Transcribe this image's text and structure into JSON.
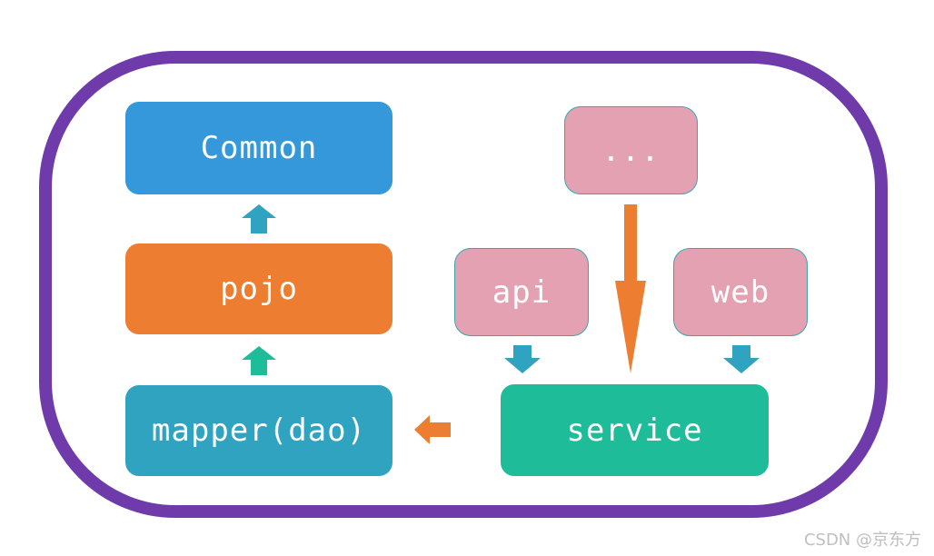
{
  "nodes": {
    "common": "Common",
    "pojo": "pojo",
    "mapper": "mapper(dao)",
    "service": "service",
    "api": "api",
    "web": "web",
    "ellipsis": "..."
  },
  "colors": {
    "frame": "#6f3bab",
    "common": "#3498db",
    "pojo": "#ed7d31",
    "mapper": "#2fa3c0",
    "service": "#1fbc99",
    "pink_nodes": "#e3a1b2",
    "arrow_teal": "#2fa3c0",
    "arrow_green": "#1fbc99",
    "arrow_orange": "#ed7d31"
  },
  "watermark": "CSDN @京东方"
}
